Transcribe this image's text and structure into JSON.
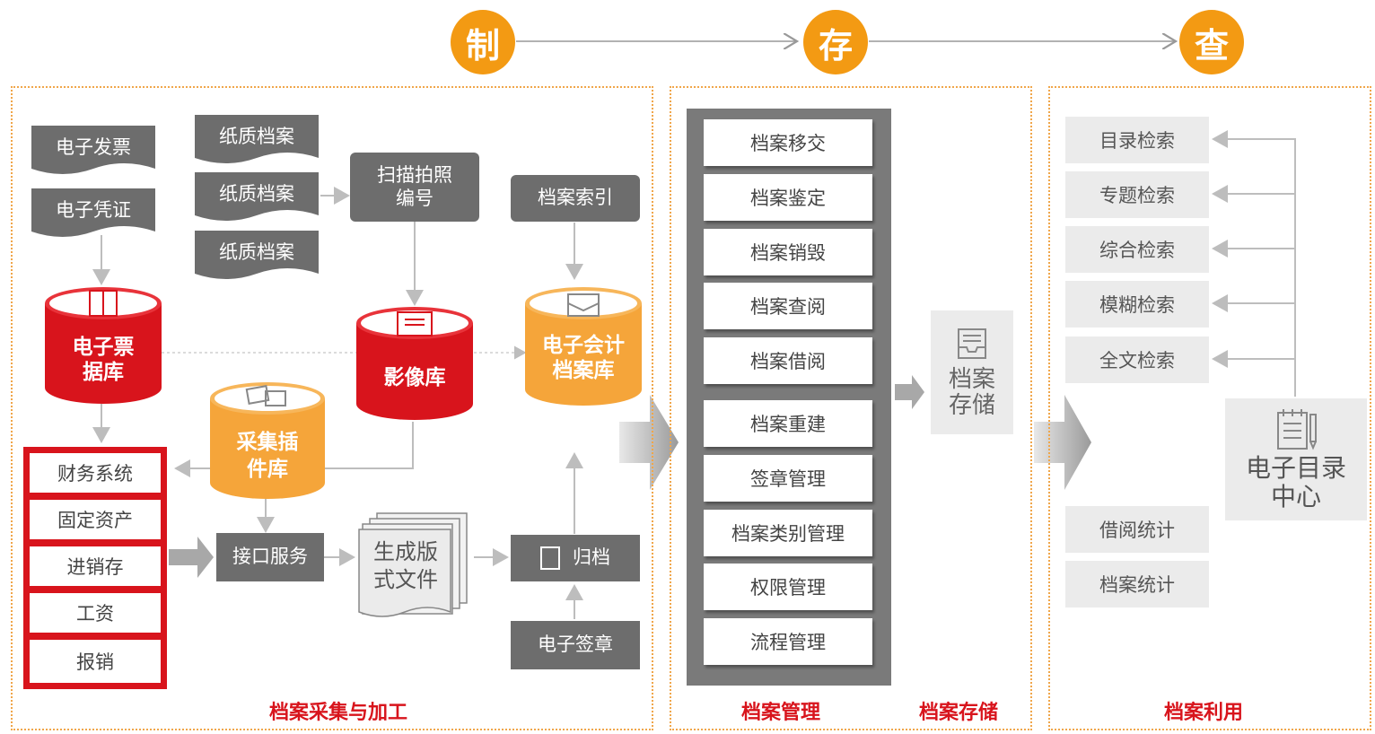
{
  "stages": [
    "制",
    "存",
    "查"
  ],
  "panels": {
    "collect_label": "档案采集与加工",
    "manage_label": "档案管理",
    "storage_label": "档案存储",
    "use_label": "档案利用"
  },
  "inputs": {
    "e_invoice": "电子发票",
    "e_voucher": "电子凭证",
    "paper1": "纸质档案",
    "paper2": "纸质档案",
    "paper3": "纸质档案",
    "scan_line1": "扫描拍照",
    "scan_line2": "编号",
    "index": "档案索引"
  },
  "databases": {
    "invoice_db_line1": "电子票",
    "invoice_db_line2": "据库",
    "image_db": "影像库",
    "accounting_db_line1": "电子会计",
    "accounting_db_line2": "档案库",
    "plugin_db_line1": "采集插",
    "plugin_db_line2": "件库"
  },
  "systems": [
    "财务系统",
    "固定资产",
    "进销存",
    "工资",
    "报销"
  ],
  "process": {
    "interface": "接口服务",
    "layout_line1": "生成版",
    "layout_line2": "式文件",
    "archive": "归档",
    "esign": "电子签章"
  },
  "management": [
    "档案移交",
    "档案鉴定",
    "档案销毁",
    "档案查阅",
    "档案借阅",
    "档案重建",
    "签章管理",
    "档案类别管理",
    "权限管理",
    "流程管理"
  ],
  "storage": {
    "line1": "档案",
    "line2": "存储"
  },
  "search": [
    "目录检索",
    "专题检索",
    "综合检索",
    "模糊检索",
    "全文检索"
  ],
  "stats": [
    "借阅统计",
    "档案统计"
  ],
  "catalog_center": {
    "line1": "电子目录",
    "line2": "中心"
  },
  "colors": {
    "orange": "#f39a13",
    "red": "#d8141c",
    "gray": "#6d6d6d",
    "light": "#ebebeb"
  }
}
